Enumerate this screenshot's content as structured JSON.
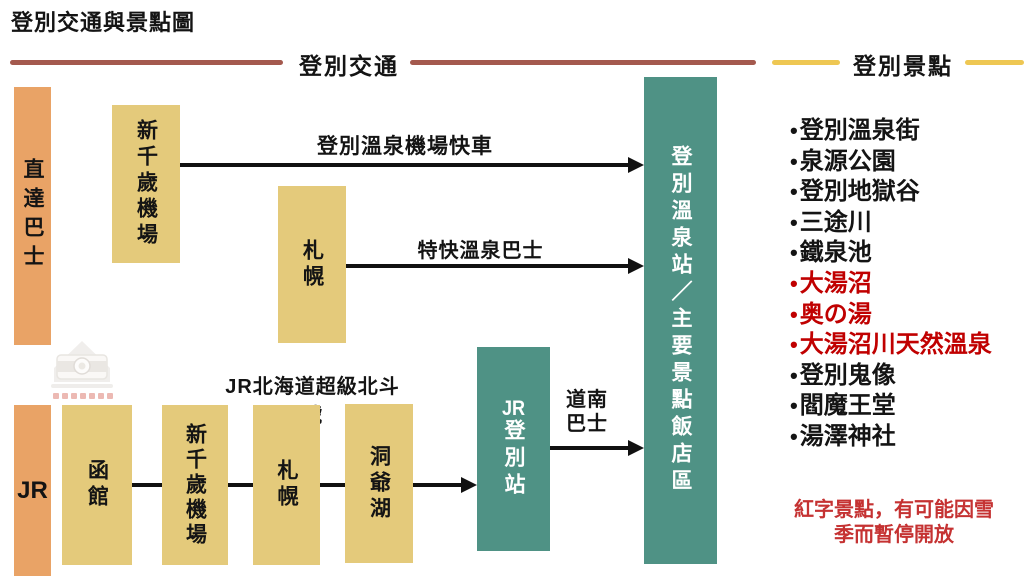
{
  "page_title": "登別交通與景點圖",
  "section_headers": {
    "transport": "登別交通",
    "attractions": "登別景點"
  },
  "direct_bus_row": {
    "row_label": "直達巴士",
    "stops": [
      {
        "label": "新千歲機場"
      },
      {
        "label": "札幌"
      }
    ],
    "routes": [
      {
        "label": "登別溫泉機場快車"
      },
      {
        "label": "特快溫泉巴士"
      }
    ]
  },
  "jr_row": {
    "row_label": "JR",
    "line_label": "JR北海道超級北斗號",
    "stops": [
      {
        "label": "函館"
      },
      {
        "label": "新千歲機場"
      },
      {
        "label": "札幌"
      },
      {
        "label": "洞爺湖"
      }
    ],
    "jr_station": {
      "latin": "JR",
      "cjk": "登別站"
    },
    "donan_bus": {
      "line1": "道南",
      "line2": "巴士"
    }
  },
  "destination": {
    "label": "登別溫泉站／主要景點飯店區"
  },
  "attractions": {
    "bullet": "•",
    "items": [
      {
        "label": "登別溫泉街",
        "red": false
      },
      {
        "label": "泉源公園",
        "red": false
      },
      {
        "label": "登別地獄谷",
        "red": false
      },
      {
        "label": "三途川",
        "red": false
      },
      {
        "label": "鐵泉池",
        "red": false
      },
      {
        "label": "大湯沼",
        "red": true
      },
      {
        "label": "奥の湯",
        "red": true
      },
      {
        "label": "大湯沼川天然溫泉",
        "red": true
      },
      {
        "label": "登別鬼像",
        "red": false
      },
      {
        "label": "閻魔王堂",
        "red": false
      },
      {
        "label": "湯澤神社",
        "red": false
      }
    ],
    "note_line1": "紅字景點，有可能因雪",
    "note_line2": "季而暫停開放"
  },
  "colors": {
    "orange_box": "#E9A366",
    "tan_box": "#E4CA7B",
    "teal_box": "#4F9285",
    "brown_line": "#A4594E",
    "yellow_line": "#EEC753",
    "list_red": "#C00000",
    "note_red": "#C53232",
    "arrow_black": "#111111"
  }
}
